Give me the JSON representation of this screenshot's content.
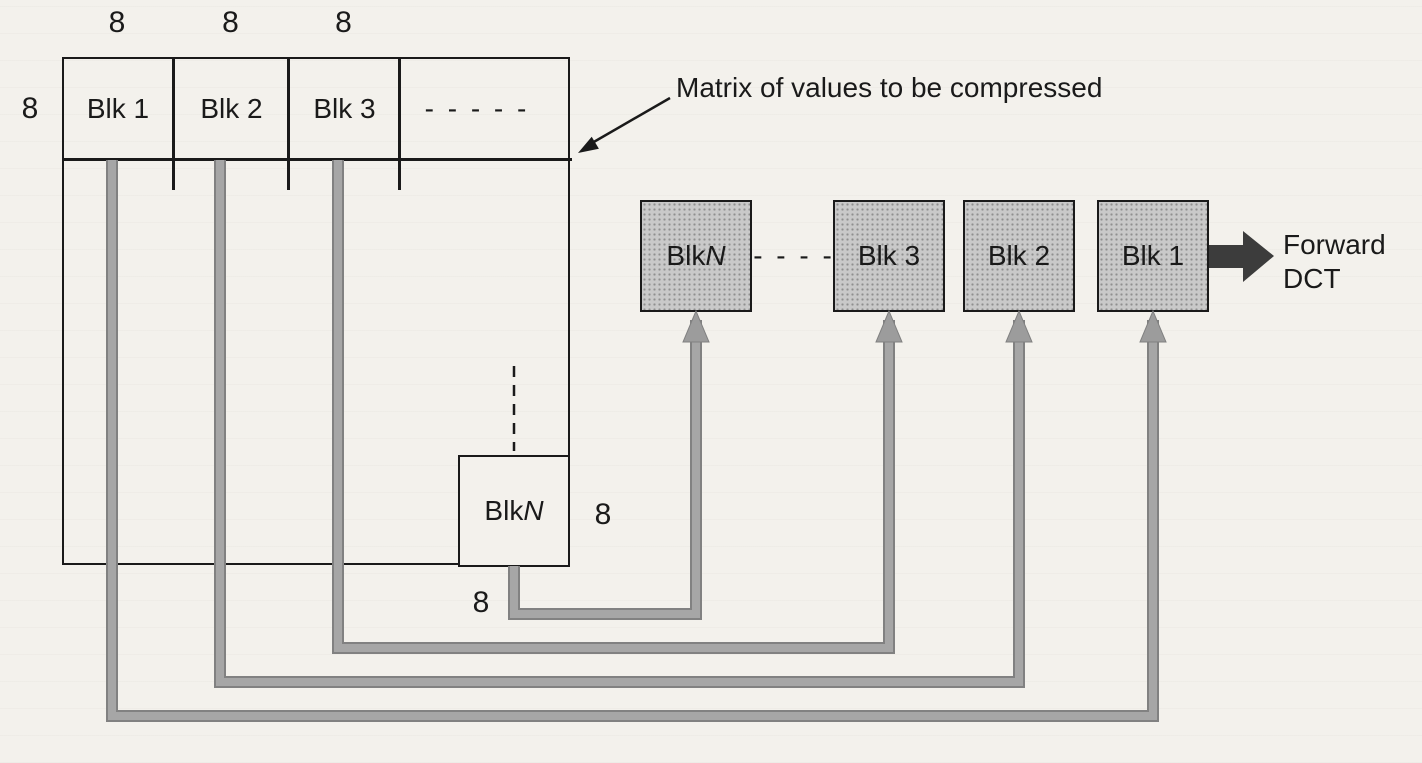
{
  "colors": {
    "paper": "#f3f1ec",
    "ink": "#1a1a1a",
    "pipe": "#9c9c9c",
    "pipe_edge": "#818181",
    "block_fill": "#c9c9c9",
    "dct_arrow": "#3c3c3c"
  },
  "matrix": {
    "pointer_label": "Matrix of values to be compressed",
    "dim_top_1": "8",
    "dim_top_2": "8",
    "dim_top_3": "8",
    "dim_left": "8",
    "block_1": "Blk 1",
    "block_2": "Blk 2",
    "block_3": "Blk 3",
    "header_dashes": "- - - - -",
    "blkN_prefix": "Blk ",
    "blkN_n": "N",
    "blkN_dim_right": "8",
    "blkN_dim_bottom": "8"
  },
  "dct_row": {
    "blkN_prefix": "Blk ",
    "blkN_n": "N",
    "dashes": "- - - -",
    "blk3": "Blk 3",
    "blk2": "Blk 2",
    "blk1": "Blk 1",
    "arrow_label_line1": "Forward",
    "arrow_label_line2": "DCT"
  }
}
